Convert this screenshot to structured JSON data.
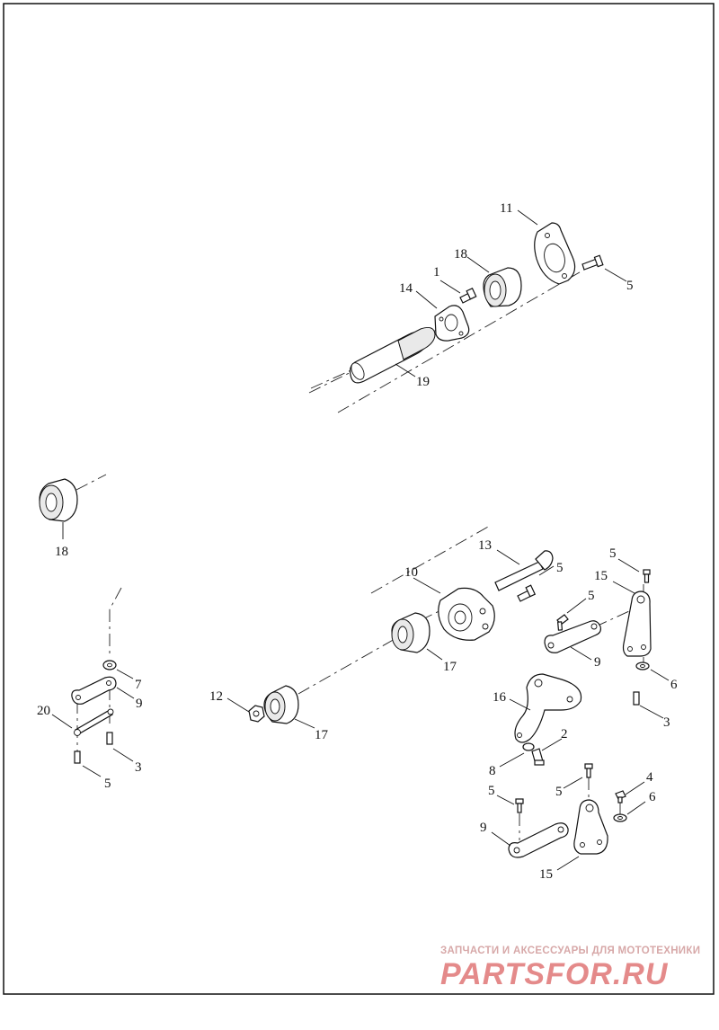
{
  "callouts": {
    "c11": "11",
    "c18a": "18",
    "c1": "1",
    "c14": "14",
    "c5a": "5",
    "c19": "19",
    "c18b": "18",
    "c13": "13",
    "c5b": "5",
    "c10": "10",
    "c5c": "5",
    "c15a": "15",
    "c5d": "5",
    "c17a": "17",
    "c9a": "9",
    "c6a": "6",
    "c3a": "3",
    "c16": "16",
    "c2": "2",
    "c8": "8",
    "c12": "12",
    "c17b": "17",
    "c7": "7",
    "c9b": "9",
    "c20": "20",
    "c3b": "3",
    "c5e": "5",
    "c5f": "5",
    "c5g": "5",
    "c4": "4",
    "c6b": "6",
    "c9c": "9",
    "c15b": "15"
  },
  "watermark": {
    "caption": "ЗАПЧАСТИ И АКСЕССУАРЫ ДЛЯ МОТОТЕХНИКИ",
    "brand": "PARTSFOR.RU"
  }
}
